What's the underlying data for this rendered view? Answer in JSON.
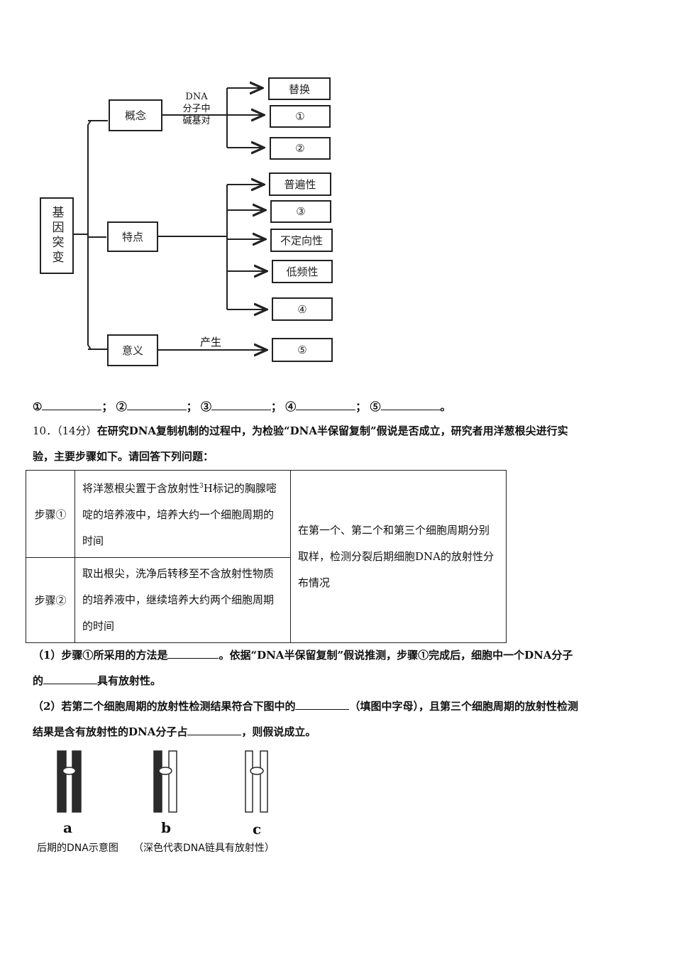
{
  "concept_map": {
    "root": "基因突变",
    "branches": [
      {
        "label": "概念",
        "edge_label_lines": [
          "DNA",
          "分子中",
          "碱基对"
        ],
        "targets": [
          "替换",
          "①",
          "②"
        ]
      },
      {
        "label": "特点",
        "targets": [
          "普遍性",
          "③",
          "不定向性",
          "低频性",
          "④"
        ]
      },
      {
        "label": "意义",
        "edge_label": "产生",
        "targets": [
          "⑤"
        ]
      }
    ]
  },
  "blanks_line": {
    "items": [
      "①",
      "②",
      "③",
      "④",
      "⑤"
    ],
    "separator": "；",
    "end": "。"
  },
  "question": {
    "number": "10．",
    "score": "（14分）",
    "stem_line1": "在研究DNA复制机制的过程中，为检验“DNA半保留复制”假说是否成立，研究者用洋葱根尖进行实",
    "stem_line2": "验，主要步骤如下。请回答下列问题："
  },
  "steps_table": {
    "rows": [
      {
        "label": "步骤①",
        "desc_pre": "将洋葱根尖置于含放射性",
        "sup": "3",
        "desc_post": "H标记的胸腺嘧啶的培养液中，培养大约一个细胞周期的时间"
      },
      {
        "label": "步骤②",
        "desc": "取出根尖，洗净后转移至不含放射性物质的培养液中，继续培养大约两个细胞周期的时间"
      }
    ],
    "right_text": "在第一个、第二个和第三个细胞周期分别取样，检测分裂后期细胞DNA的放射性分布情况"
  },
  "sub_questions": {
    "q1_line1_a": "（1）步骤①所采用的方法是",
    "q1_line1_b": "。依据“DNA半保留复制”假说推测，步骤①完成后，细胞中一个DNA分子",
    "q1_line2_a": "的",
    "q1_line2_b": "具有放射性。",
    "q2_line1_a": "（2）若第二个细胞周期的放射性检测结果符合下图中的",
    "q2_line1_b": "（填图中字母），且第三个细胞周期的放射性检测",
    "q2_line2_a": "结果是含有放射性的DNA分子占",
    "q2_line2_b": "，则假说成立。"
  },
  "dna_figure": {
    "labels": [
      "a",
      "b",
      "c"
    ],
    "caption_left": "后期的DNA示意图",
    "caption_right": "（深色代表DNA链具有放射性）",
    "colors": {
      "dark": "#2b2b2b",
      "light": "#ffffff"
    }
  }
}
